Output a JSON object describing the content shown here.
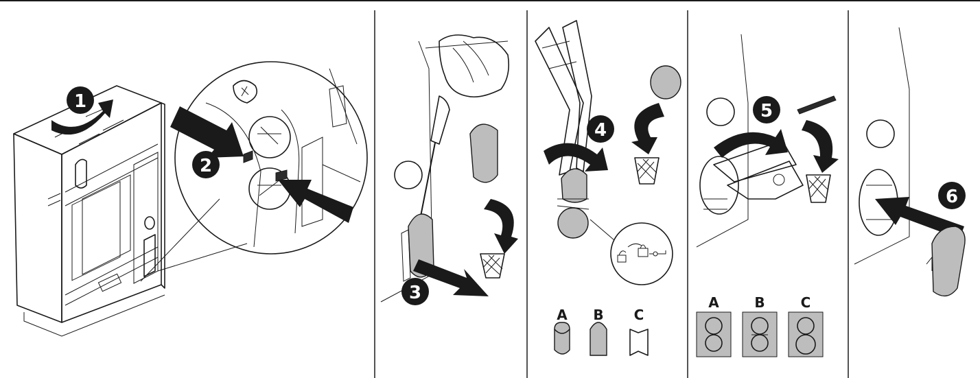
{
  "steps": [
    {
      "number": "1"
    },
    {
      "number": "2"
    },
    {
      "number": "3"
    },
    {
      "number": "4"
    },
    {
      "number": "5"
    },
    {
      "number": "6"
    }
  ],
  "panel4_letters": [
    "A",
    "B",
    "C"
  ],
  "panel5_letters": [
    "A",
    "B",
    "C"
  ],
  "colors": {
    "line": "#1a1a1a",
    "part_fill": "#bdbdbd",
    "badge": "#1a1a1a",
    "background": "#ffffff"
  },
  "icons": [
    "arrow-icon",
    "screwdriver-icon",
    "pliers-icon",
    "waste-bin-icon",
    "padlock-icon",
    "cover-cap-icon"
  ]
}
